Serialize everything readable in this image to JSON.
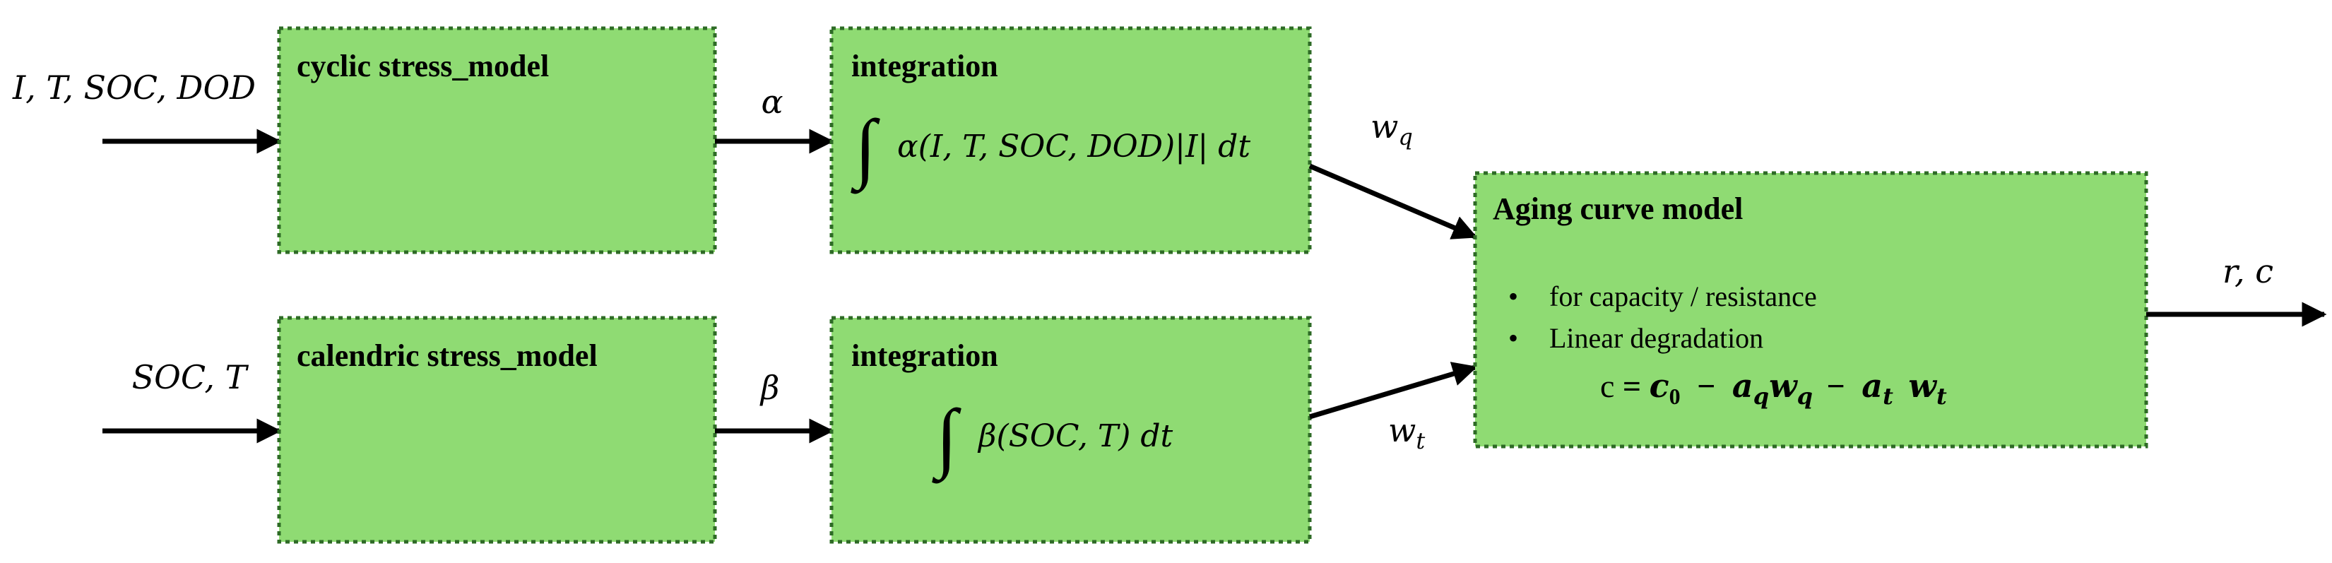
{
  "diagram": {
    "inputs": {
      "cyclic": "I, T, SOC, DOD",
      "calendric": "SOC, T"
    },
    "boxes": {
      "cyclic_stress": {
        "title": "cyclic stress_model"
      },
      "calendric_stress": {
        "title": "calendric stress_model"
      },
      "integration_cyclic": {
        "title": "integration",
        "integral_sign": "∫",
        "integrand": "α(I, T, SOC, DOD)|I| dt"
      },
      "integration_calendric": {
        "title": "integration",
        "integral_sign": "∫",
        "integrand": "β(SOC, T) dt"
      },
      "aging": {
        "title": "Aging curve model",
        "bullets": [
          "for capacity / resistance",
          "Linear degradation"
        ],
        "bullet_symbol": "•",
        "formula": {
          "lhs": "c",
          "equals": "=",
          "c0": "c",
          "c0_sub": "0",
          "minus": "−",
          "aq": "a",
          "aq_sub": "q",
          "wq": "w",
          "wq_sub": "q",
          "at": "a",
          "at_sub": "t",
          "wt": "w",
          "wt_sub": "t"
        }
      }
    },
    "arrow_labels": {
      "alpha": "α",
      "beta": "β",
      "wq": "w",
      "wq_sub": "q",
      "wt": "w",
      "wt_sub": "t"
    },
    "output": "r, c"
  },
  "colors": {
    "box_fill": "#8fdb73",
    "box_border": "#2e6b26",
    "arrow": "#000000"
  }
}
